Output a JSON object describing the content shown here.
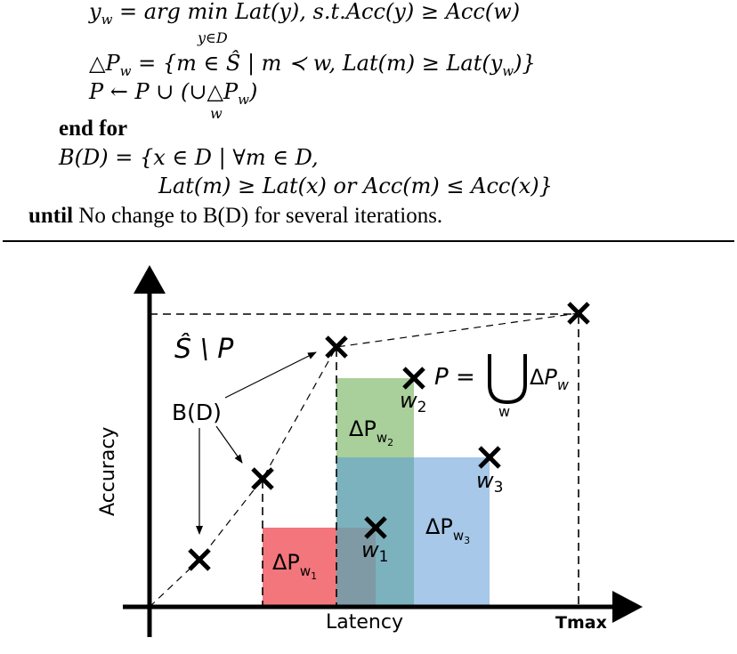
{
  "algorithm": {
    "lines": [
      {
        "id": "yw",
        "text": "y_w = arg min_{y∈D} Lat(y), s.t.Acc(y) ≥ Acc(w)",
        "display": "y",
        "display_sub": "w",
        "rest": " = arg min Lat(y), s.t.Acc(y) ≥ Acc(w)",
        "under": "y∈D"
      },
      {
        "id": "delta_pw",
        "text": "△P_w = {m ∈ Ŝ | m ≺ w, Lat(m) ≥ Lat(y_w)}",
        "prefix": "△P",
        "prefix_sub": "w",
        "rest": " = {m ∈ Ŝ | m ≺ w, Lat(m) ≥ Lat(y",
        "rest_sub": "w",
        "suffix": ")}"
      },
      {
        "id": "p_update",
        "text": "P ← P ∪ (∪_w △P_w)",
        "rest": "P ← P ∪ (∪△P",
        "rest_sub": "w",
        "suffix": ")",
        "under": "w"
      },
      {
        "id": "end_for",
        "keyword": "end for"
      },
      {
        "id": "bd1",
        "text": "B(D) = {x ∈ D | ∀m ∈ D,"
      },
      {
        "id": "bd2",
        "text": "Lat(m) ≥ Lat(x) or Acc(m) ≤ Acc(x)}"
      },
      {
        "id": "until",
        "keyword": "until",
        "text": " No change to B(D) for several iterations."
      }
    ]
  },
  "figure": {
    "y_axis_label": "Accuracy",
    "x_axis_label": "Latency",
    "x_axis_end_label": "Tmax",
    "set_label": "Ŝ \\ P",
    "bd_label": "B(D)",
    "p_formula": "P = ⋃ ΔP",
    "p_formula_sub": "w",
    "p_formula_under": "w",
    "points": [
      {
        "name": "bd-point-1",
        "label": ""
      },
      {
        "name": "bd-point-2",
        "label": ""
      },
      {
        "name": "bd-point-3",
        "label": ""
      },
      {
        "name": "tmax-point",
        "label": ""
      },
      {
        "name": "w1",
        "label": "w",
        "sub": "1"
      },
      {
        "name": "w2",
        "label": "w",
        "sub": "2"
      },
      {
        "name": "w3",
        "label": "w",
        "sub": "3"
      }
    ],
    "regions": [
      {
        "name": "delta-p-w1",
        "label": "ΔP",
        "sub": "w",
        "subsub": "1",
        "color": "#f2767c"
      },
      {
        "name": "delta-p-w2",
        "label": "ΔP",
        "sub": "w",
        "subsub": "2",
        "color": "#a9cf9a"
      },
      {
        "name": "delta-p-w3",
        "label": "ΔP",
        "sub": "w",
        "subsub": "3",
        "color": "#a7c8e8"
      }
    ],
    "colors": {
      "red": "#f2767c",
      "green": "#a9cf9a",
      "blue": "#a7c8e8",
      "teal_overlap": "#7bb2bd",
      "gray_overlap": "#7f9aa4"
    }
  }
}
